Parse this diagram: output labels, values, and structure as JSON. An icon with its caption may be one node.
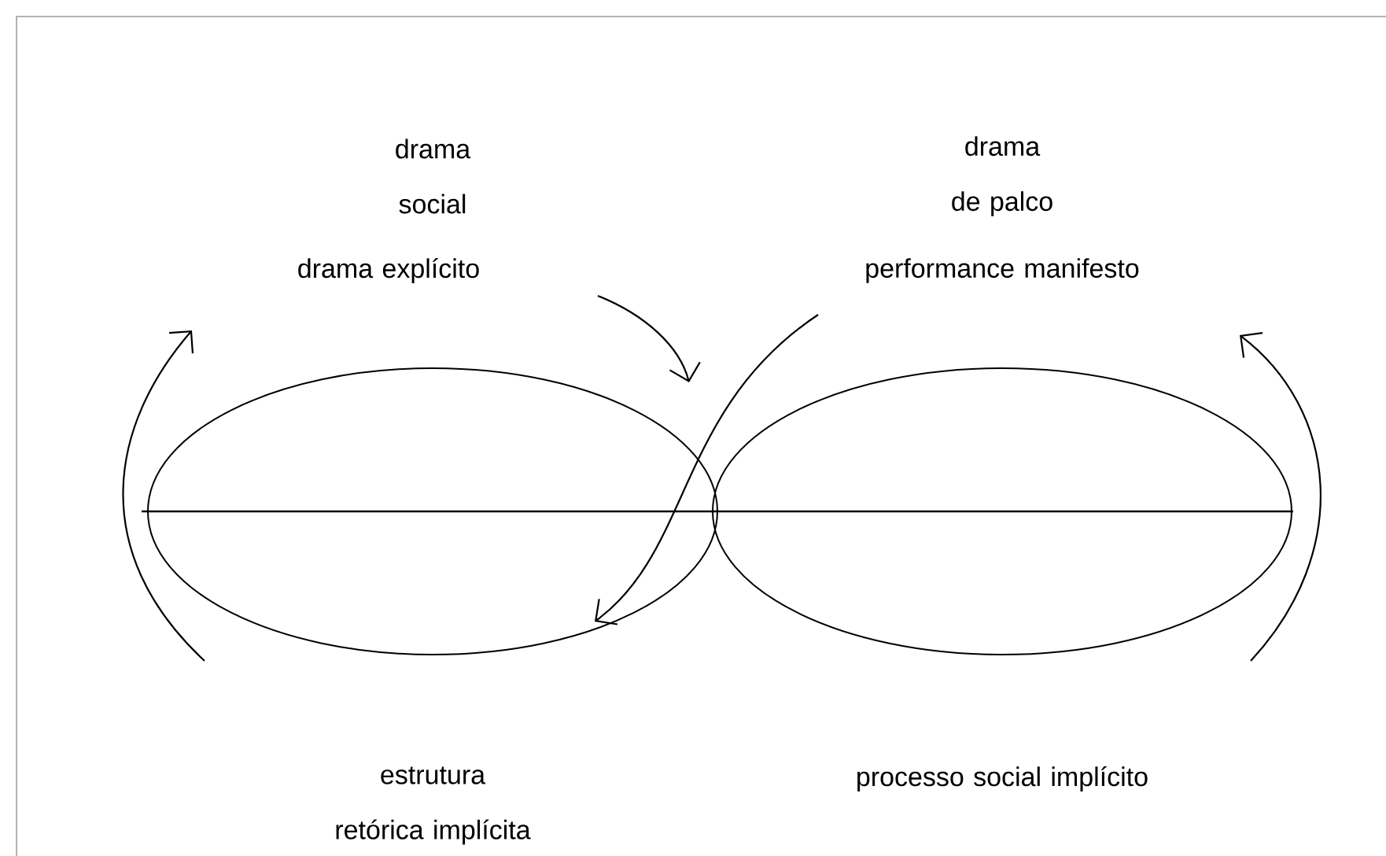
{
  "diagram": {
    "nodes": [
      {
        "text": [],
        "shape": "ellipse"
      },
      {
        "text": [],
        "shape": "ellipse"
      }
    ],
    "labels": [
      "drama social",
      "drama de palco",
      "drama explícito",
      "performance manifesto",
      "estrutura retórica implícita",
      "processo social implícito"
    ]
  }
}
